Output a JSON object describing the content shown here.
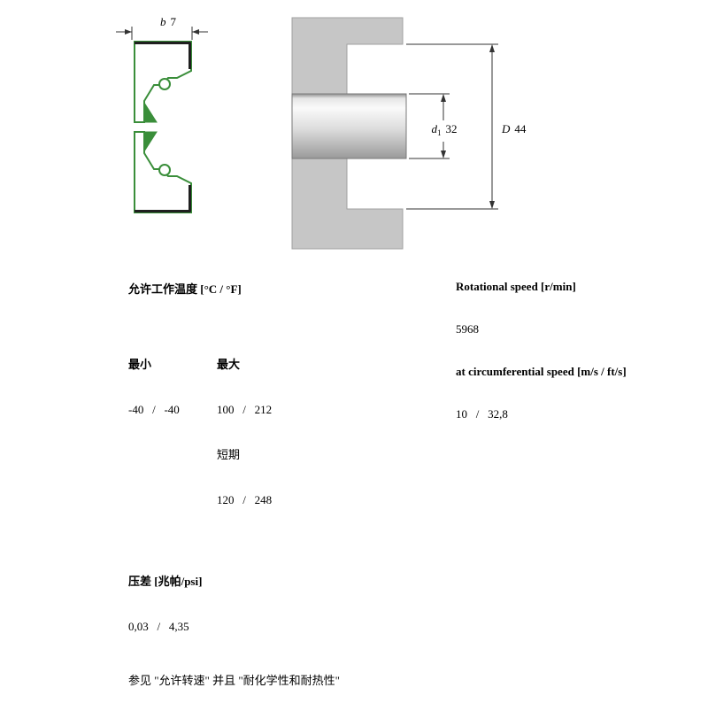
{
  "colors": {
    "seal_green": "#3a8e3a",
    "seal_casing_dark": "#1f1f1f",
    "housing_gray": "#c6c6c6",
    "dimension_line": "#333333"
  },
  "drawing": {
    "b_label": "b",
    "b_value": "7",
    "d1_label": "d",
    "d1_sub": "1",
    "d1_value": "32",
    "D_label": "D",
    "D_value": "44"
  },
  "specs_left": {
    "temp_title": "允许工作温度 [°C / °F]",
    "min_header": "最小",
    "max_header": "最大",
    "min_value": "-40   /   -40",
    "max_value": "100   /   212",
    "short_term_label": "短期",
    "short_term_value": "120   /   248",
    "pressure_title": "压差 [兆帕/psi]",
    "pressure_value": "0,03   /   4,35",
    "see_also": "参见 \"允许转速\" 并且 \"耐化学性和耐热性\""
  },
  "specs_right": {
    "rotational_title": "Rotational speed [r/min]",
    "rotational_value": "5968",
    "circumferential_title": "at circumferential speed [m/s / ft/s]",
    "circumferential_value": "10   /   32,8"
  }
}
